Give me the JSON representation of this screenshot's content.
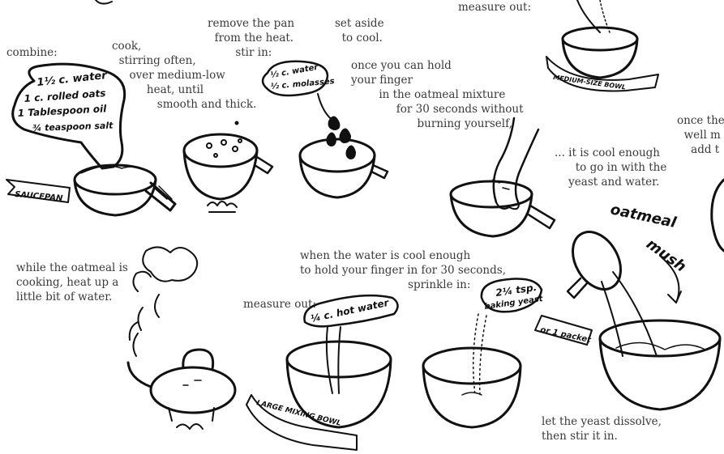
{
  "captions": {
    "combine": "combine:",
    "cook": "cook,\n  stirring often,\n     over medium-low\n          heat, until\n             smooth and thick.",
    "remove_pan": "remove the pan\n  from the heat.\n        stir in:",
    "set_aside": "set aside\n  to cool.",
    "measure_out_top": "measure out:",
    "hold_finger": "once you can hold\nyour finger\n        in the oatmeal mixture\n             for 30 seconds without\n                   burning yourself,",
    "cool_enough": "... it is cool enough\n      to go in with the\n    yeast and water.",
    "once_the": "once the\n  well m\n    add t",
    "heat_water": "while the oatmeal is\ncooking, heat up a\nlittle bit of water.",
    "water_cool": "when the water is cool enough\nto hold your finger in for 30 seconds,\n                               sprinkle in:",
    "measure_out_mid": "measure out:",
    "yeast_dissolve": "let the yeast dissolve,\nthen stir it in."
  },
  "labels": {
    "pot_line1": "1½ c. water",
    "pot_line2": "1 c. rolled oats",
    "pot_line3": "1 Tablespoon oil",
    "pot_line4": "¾ teaspoon salt",
    "saucepan": "SAUCEPAN",
    "molasses_line1": "½ c. water",
    "molasses_line2": "½ c. molasses",
    "medium_bowl": "MEDIUM-SIZE BOWL",
    "oatmeal": "oatmeal",
    "mush": "mush",
    "hot_water": "¼ c. hot water",
    "large_bowl": "LARGE MIXING BOWL",
    "yeast_line1": "2¼ tsp.",
    "yeast_line2": "baking yeast",
    "packet": "or 1 packet"
  }
}
